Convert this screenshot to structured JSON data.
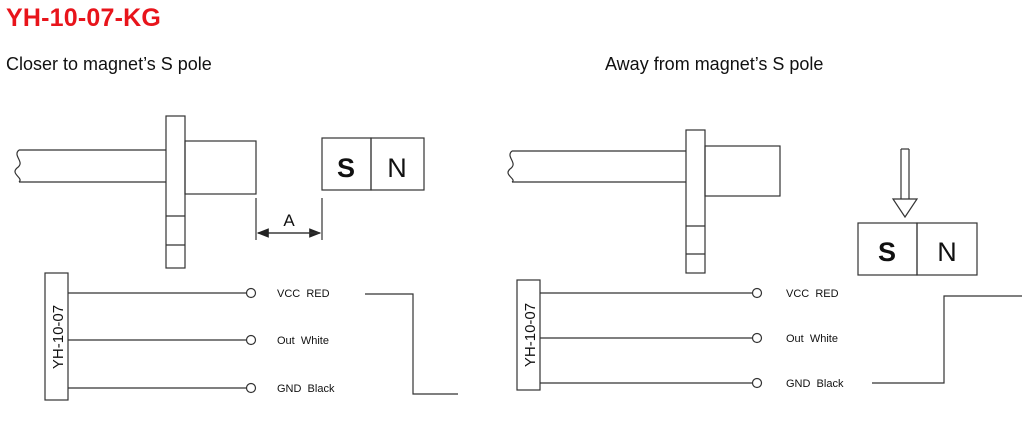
{
  "title": "YH-10-07-KG",
  "left_caption": "Closer to magnet’s S pole",
  "right_caption": "Away from magnet’s S pole",
  "magnet": {
    "south": "S",
    "north": "N"
  },
  "distance_label": "A",
  "sensor_label": "YH-10-07",
  "wires": {
    "vcc": "VCC  RED",
    "out": "Out  White",
    "gnd": "GND  Black"
  },
  "colors": {
    "title": "#e8141b",
    "line": "#333333"
  }
}
